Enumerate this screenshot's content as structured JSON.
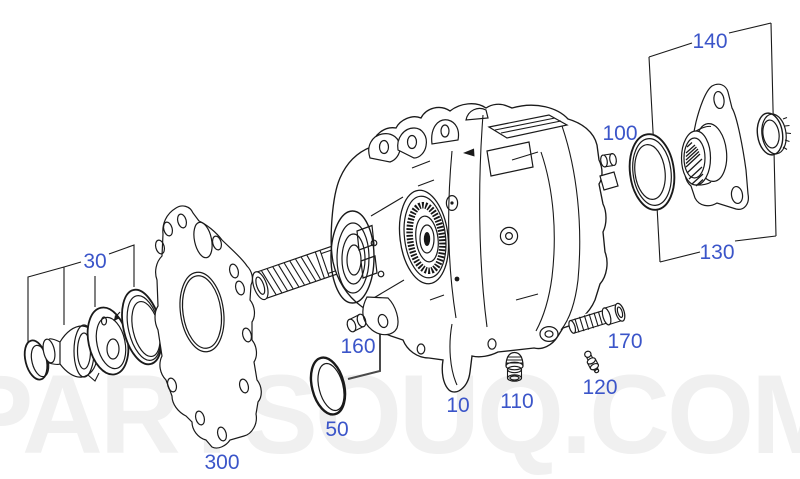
{
  "diagram_type": "exploded-parts-diagram",
  "watermark": "PARTSOUQ.COM",
  "colors": {
    "background": "#ffffff",
    "line": "#1a1a1a",
    "callout_blue": "#3b55c9",
    "watermark_gray": "#f0f0f0",
    "leader_gray": "#4a4a4a"
  },
  "callouts": [
    {
      "label": "30"
    },
    {
      "label": "300"
    },
    {
      "label": "50"
    },
    {
      "label": "160"
    },
    {
      "label": "10"
    },
    {
      "label": "110"
    },
    {
      "label": "120"
    },
    {
      "label": "170"
    },
    {
      "label": "100"
    },
    {
      "label": "140"
    },
    {
      "label": "130"
    }
  ]
}
